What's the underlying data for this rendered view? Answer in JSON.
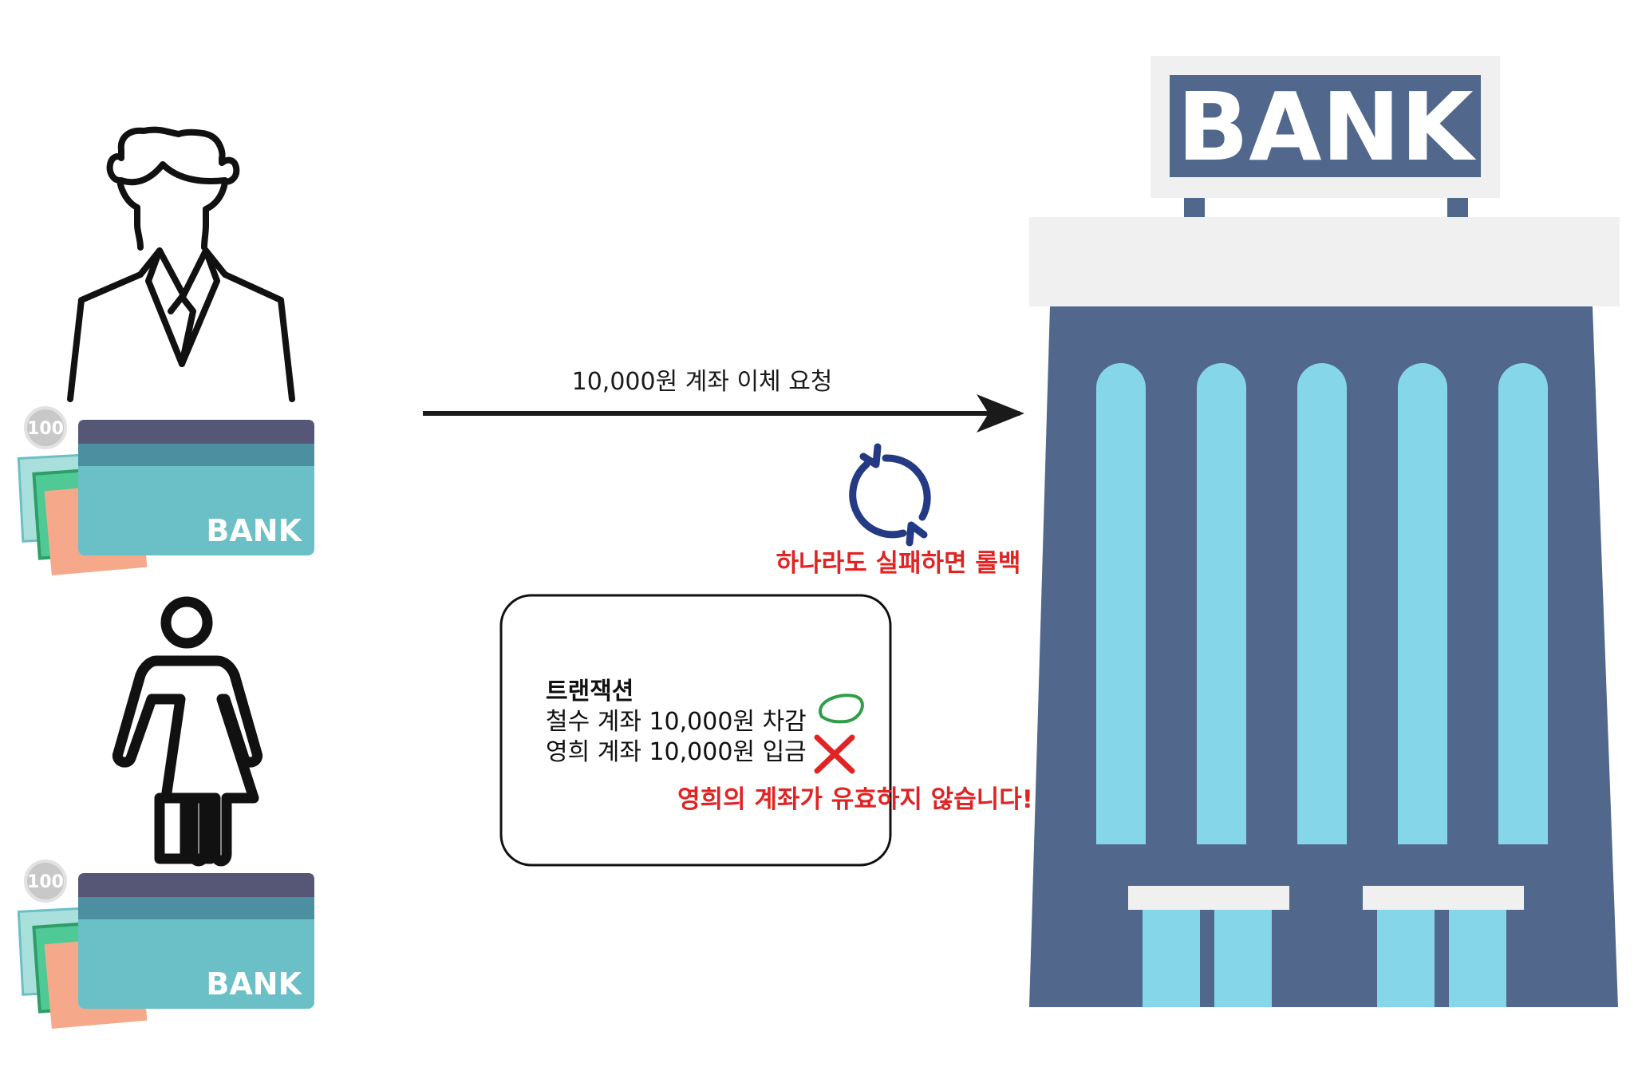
{
  "request": {
    "label": "10,000원 계좌 이체 요청"
  },
  "rollback": {
    "label": "하나라도 실패하면 롤백",
    "icon": "refresh-icon"
  },
  "transaction": {
    "title": "트랜잭션",
    "steps": [
      {
        "text": "철수 계좌 10,000원 차감",
        "status": "success",
        "icon": "check-circle-icon"
      },
      {
        "text": "영희 계좌 10,000원 입금",
        "status": "failed",
        "icon": "x-mark-icon"
      }
    ],
    "error": "영희의 계좌가 유효하지 않습니다!"
  },
  "cards": [
    {
      "label": "BANK",
      "coin": "100"
    },
    {
      "label": "BANK",
      "coin": "100"
    }
  ],
  "bank": {
    "sign": "BANK"
  },
  "colors": {
    "bank_body": "#51678c",
    "bank_column": "#86d6ea",
    "bank_roof": "#f0f0f0",
    "card_main": "#6ac0c6",
    "card_stripe": "#4b8fa1",
    "card_top": "#565676",
    "error": "#e02424",
    "success": "#2e9e47",
    "rollback_icon": "#243a85",
    "arrow": "#1a1a1a"
  }
}
